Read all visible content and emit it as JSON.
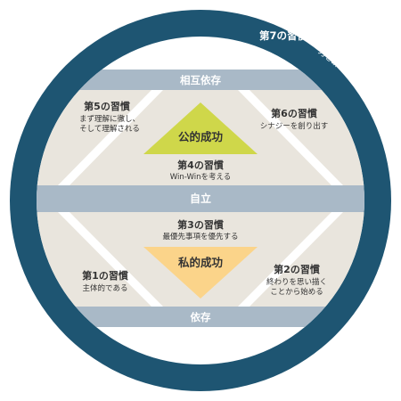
{
  "ring": {
    "title": "第7の習慣",
    "subtitle": "刀を研ぐ"
  },
  "bands": {
    "top": "相互依存",
    "middle": "自立",
    "bottom": "依存"
  },
  "public": {
    "label": "公的成功",
    "habit5": {
      "title": "第5の習慣",
      "line1": "まず理解に徹し、",
      "line2": "そして理解される"
    },
    "habit6": {
      "title": "第6の習慣",
      "line1": "シナジーを創り出す"
    },
    "habit4": {
      "title": "第4の習慣",
      "line1": "Win-Winを考える"
    }
  },
  "private": {
    "label": "私的成功",
    "habit3": {
      "title": "第3の習慣",
      "line1": "最優先事項を優先する"
    },
    "habit1": {
      "title": "第1の習慣",
      "line1": "主体的である"
    },
    "habit2": {
      "title": "第2の習慣",
      "line1": "終わりを思い描く",
      "line2": "ことから始める"
    }
  },
  "colors": {
    "ring": "#1e5572",
    "band": "#a9b9c7",
    "panel": "#e9e5dd",
    "public_triangle": "#cfd74a",
    "private_triangle": "#fbd48a",
    "text_dark": "#333333"
  }
}
